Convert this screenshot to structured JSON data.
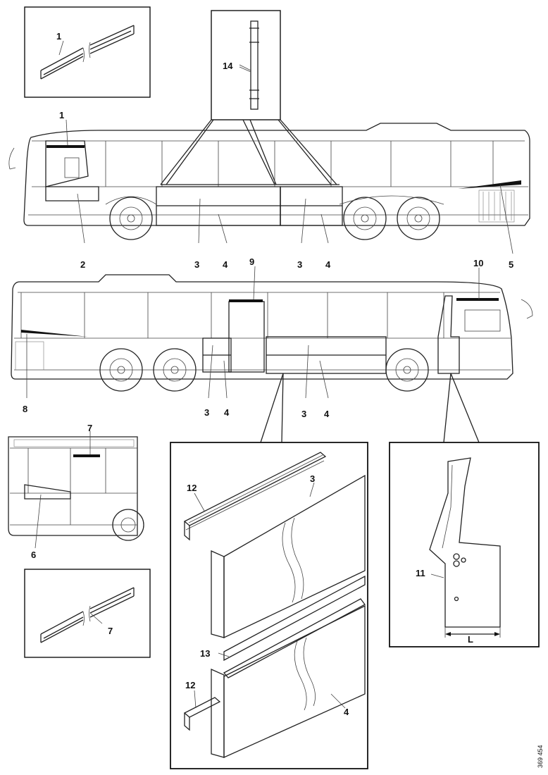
{
  "callouts": {
    "c1": "1",
    "c2": "2",
    "c3": "3",
    "c4": "4",
    "c5": "5",
    "c6": "6",
    "c7": "7",
    "c8": "8",
    "c9": "9",
    "c10": "10",
    "c11": "11",
    "c12": "12",
    "c13": "13",
    "c14": "14",
    "dim_L": "L"
  },
  "figure_code": "369 454"
}
